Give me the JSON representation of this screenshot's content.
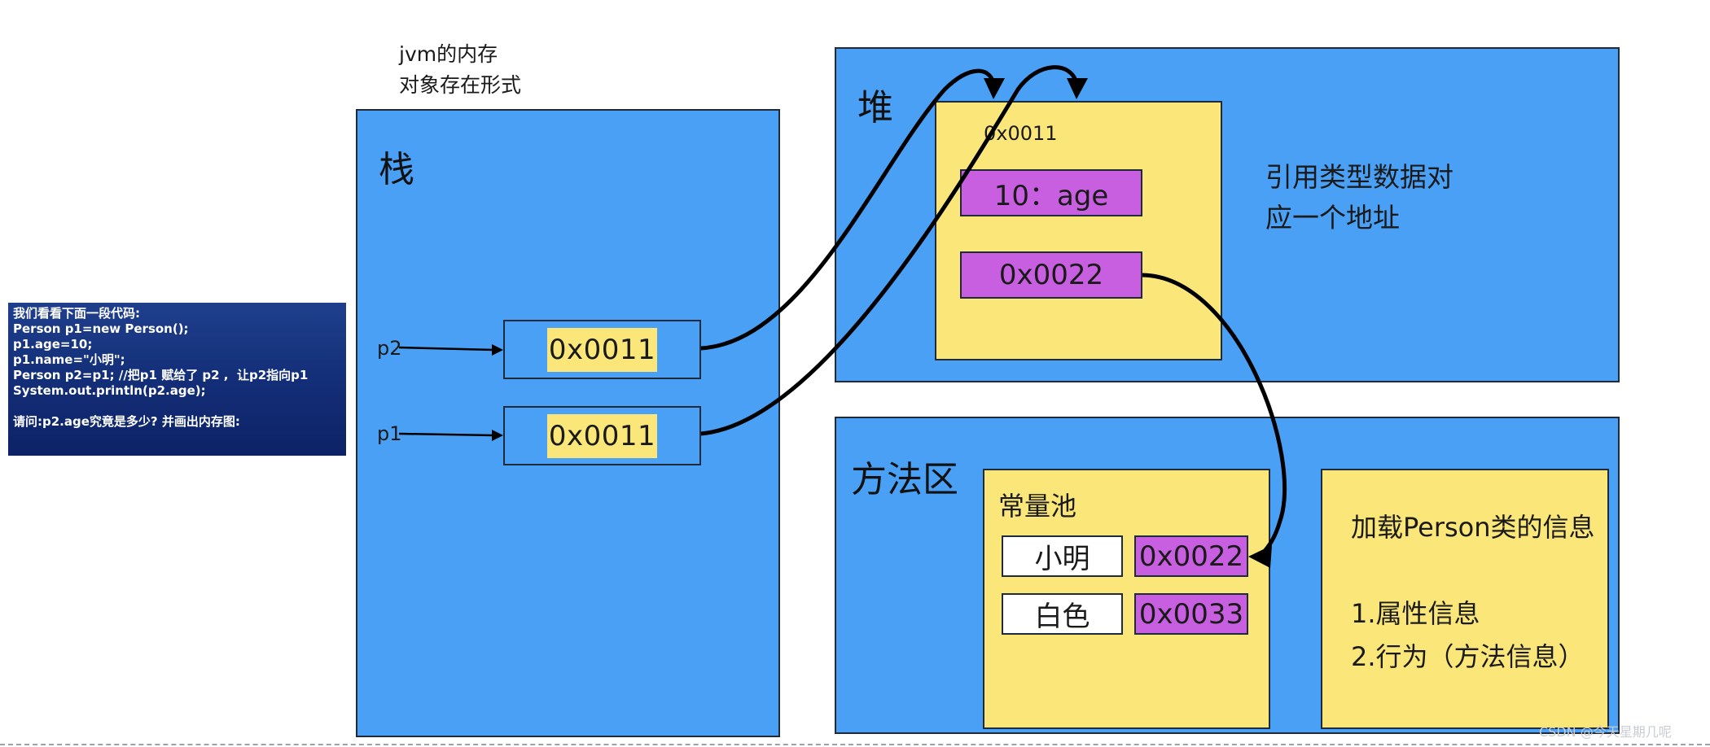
{
  "code_panel": {
    "lines": [
      "我们看看下面一段代码:",
      "Person p1=new Person();",
      "p1.age=10;",
      "p1.name=\"小明\";",
      "Person p2=p1; //把p1 赋给了 p2 ,  让p2指向p1",
      "System.out.println(p2.age);",
      "",
      "请问:p2.age究竟是多少? 并画出内存图:"
    ]
  },
  "caption": {
    "line1": "jvm的内存",
    "line2": "对象存在形式"
  },
  "stack": {
    "title": "栈",
    "p2_label": "p2",
    "p1_label": "p1",
    "p2_value": "0x0011",
    "p1_value": "0x0011"
  },
  "heap": {
    "title": "堆",
    "object_address": "0x0011",
    "age_field": "10：age",
    "name_field": "0x0022",
    "note_line1": "引用类型数据对",
    "note_line2": "应一个地址"
  },
  "method_area": {
    "title": "方法区",
    "constant_pool": {
      "title": "常量池",
      "rows": [
        {
          "value": "小明",
          "address": "0x0022"
        },
        {
          "value": "白色",
          "address": "0x0033"
        }
      ]
    },
    "class_info": {
      "line1": "加载Person类的信息",
      "line2": "1.属性信息",
      "line3": "2.行为（方法信息）"
    }
  },
  "watermark": "CSDN @今天星期几呢",
  "colors": {
    "region_blue": "#4aa0f5",
    "object_yellow": "#fbe779",
    "field_purple": "#c85fe0",
    "code_panel_navy": "#14307a"
  },
  "icons": {
    "arrow": "arrow-head"
  }
}
